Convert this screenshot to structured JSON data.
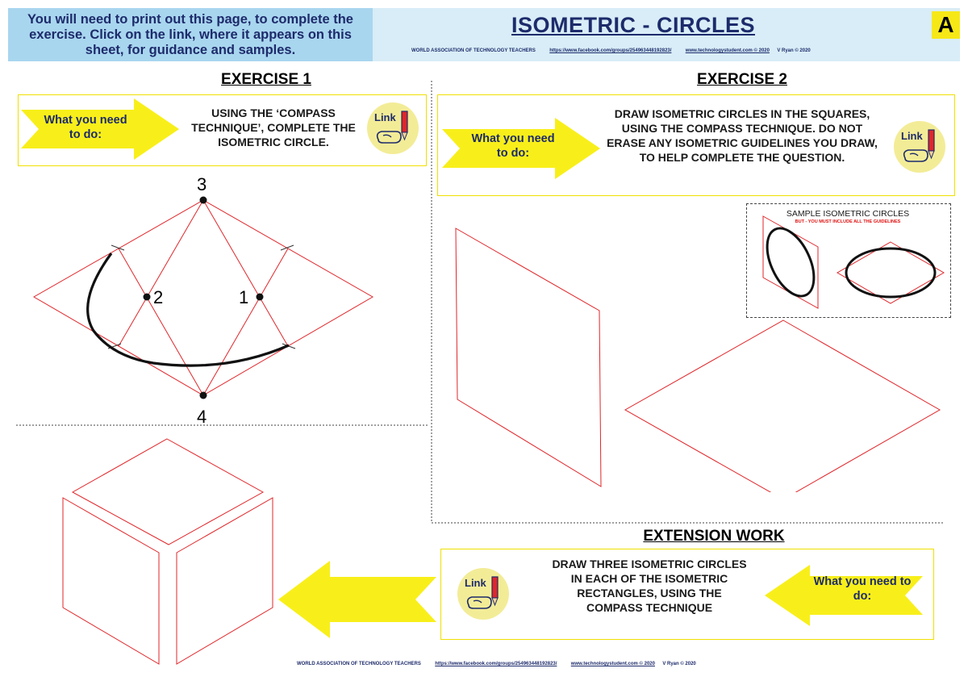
{
  "header": {
    "intro_text": "You will need to print out this page, to complete the exercise. Click on the link, where it appears on this sheet, for guidance and samples.",
    "title": "ISOMETRIC - CIRCLES",
    "credit_org": "WORLD ASSOCIATION OF TECHNOLOGY TEACHERS",
    "credit_url": "https://www.facebook.com/groups/254963448192823/",
    "credit_site": "www.technologystudent.com © 2020",
    "credit_author": "V Ryan © 2020",
    "badge": "A"
  },
  "exercise1": {
    "heading": "EXERCISE 1",
    "arrow_text": "What you need to do:",
    "instruction": "USING THE ‘COMPASS TECHNIQUE’, COMPLETE THE ISOMETRIC CIRCLE.",
    "link_label": "Link",
    "points": [
      "1",
      "2",
      "3",
      "4"
    ]
  },
  "exercise2": {
    "heading": "EXERCISE 2",
    "arrow_text": "What you need to do:",
    "instruction": "DRAW ISOMETRIC CIRCLES IN THE SQUARES, USING THE COMPASS TECHNIQUE. DO NOT ERASE ANY ISOMETRIC GUIDELINES YOU DRAW, TO HELP COMPLETE THE QUESTION.",
    "link_label": "Link",
    "sample_title": "SAMPLE ISOMETRIC CIRCLES",
    "sample_subtitle": "BUT - YOU MUST INCLUDE ALL THE GUIDELINES"
  },
  "extension": {
    "heading": "EXTENSION WORK",
    "arrow_text": "What you need to do:",
    "instruction": "DRAW THREE ISOMETRIC CIRCLES IN EACH OF THE ISOMETRIC RECTANGLES, USING THE COMPASS TECHNIQUE",
    "link_label": "Link"
  },
  "footer": {
    "credit_org": "WORLD ASSOCIATION OF TECHNOLOGY TEACHERS",
    "credit_url": "https://www.facebook.com/groups/254963448192823/",
    "credit_site": "www.technologystudent.com © 2020",
    "credit_author": "V Ryan © 2020"
  },
  "colors": {
    "guide_red": "#e0262a",
    "arrow_yellow": "#f8ef1a",
    "title_navy": "#1d2b6b",
    "intro_blue": "#a9d6ef",
    "link_circle": "#f3ec97"
  }
}
